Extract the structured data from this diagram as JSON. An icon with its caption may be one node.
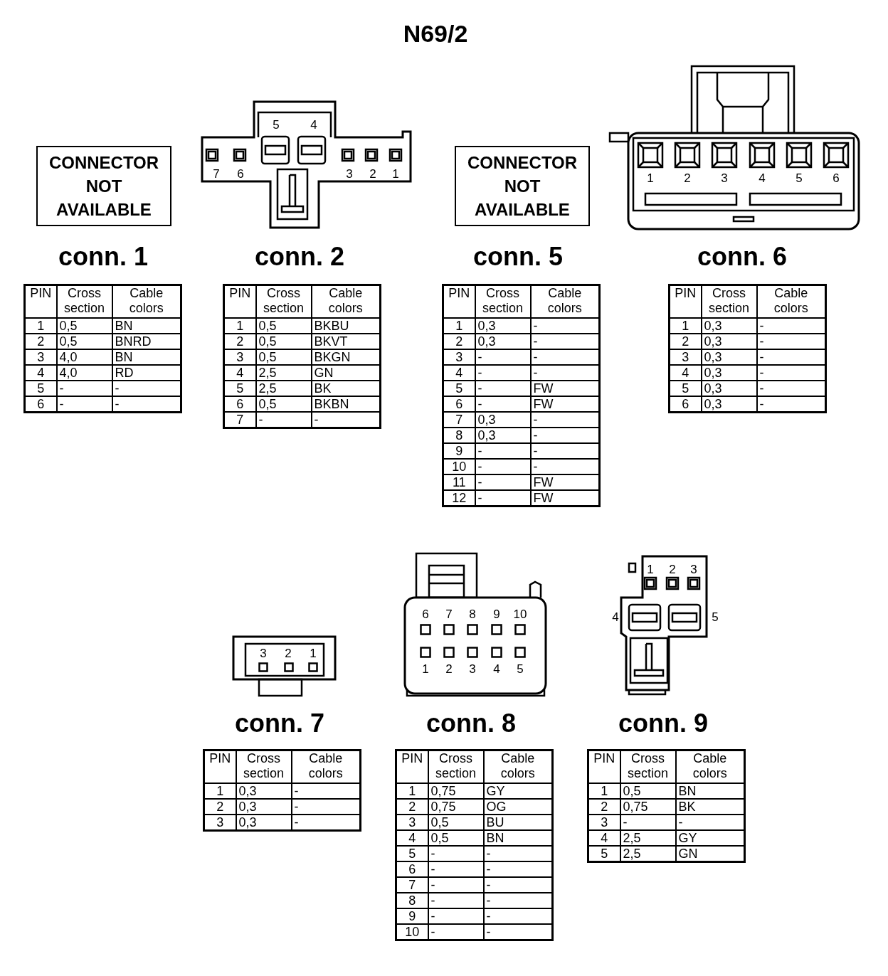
{
  "diagram": {
    "title": "N69/2",
    "labels": [
      "CONNECTOR NOT AVAILABLE",
      "conn. 1",
      "PIN",
      "Cross section",
      "Cable colors",
      "1",
      "0,5",
      "BN",
      "2",
      "0,5",
      "BNRD",
      "3",
      "4,0",
      "BN",
      "4",
      "4,0",
      "RD",
      "5",
      "-",
      "-",
      "6",
      "-",
      "-",
      "5",
      "4",
      "7",
      "6",
      "3",
      "2",
      "1",
      "conn. 2",
      "PIN",
      "Cross section",
      "Cable colors",
      "1",
      "0,5",
      "BKBU",
      "2",
      "0,5",
      "BKVT",
      "3",
      "0,5",
      "BKGN",
      "4",
      "2,5",
      "GN",
      "5",
      "2,5",
      "BK",
      "6",
      "0,5",
      "BKBN",
      "7",
      "-",
      "-",
      "CONNECTOR NOT AVAILABLE",
      "conn. 5",
      "PIN",
      "Cross section",
      "Cable colors",
      "1",
      "0,3",
      "-",
      "2",
      "0,3",
      "-",
      "3",
      "-",
      "-",
      "4",
      "-",
      "-",
      "5",
      "-",
      "FW",
      "6",
      "-",
      "FW",
      "7",
      "0,3",
      "-",
      "8",
      "0,3",
      "-",
      "9",
      "-",
      "-",
      "10",
      "-",
      "-",
      "11",
      "-",
      "FW",
      "12",
      "-",
      "FW",
      "1",
      "2",
      "3",
      "4",
      "5",
      "6",
      "conn. 6",
      "PIN",
      "Cross section",
      "Cable colors",
      "1",
      "0,3",
      "-",
      "2",
      "0,3",
      "-",
      "3",
      "0,3",
      "-",
      "4",
      "0,3",
      "-",
      "5",
      "0,3",
      "-",
      "6",
      "0,3",
      "-",
      "3",
      "2",
      "1",
      "conn. 7",
      "PIN",
      "Cross section",
      "Cable colors",
      "1",
      "0,3",
      "-",
      "2",
      "0,3",
      "-",
      "3",
      "0,3",
      "-",
      "6",
      "7",
      "8",
      "9",
      "10",
      "1",
      "2",
      "3",
      "4",
      "5",
      "conn. 8",
      "PIN",
      "Cross section",
      "Cable colors",
      "1",
      "0,75",
      "GY",
      "2",
      "0,75",
      "OG",
      "3",
      "0,5",
      "BU",
      "4",
      "0,5",
      "BN",
      "5",
      "-",
      "-",
      "6",
      "-",
      "-",
      "7",
      "-",
      "-",
      "8",
      "-",
      "-",
      "9",
      "-",
      "-",
      "10",
      "-",
      "-",
      "1",
      "2",
      "3",
      "4",
      "5",
      "conn. 9",
      "PIN",
      "Cross section",
      "Cable colors",
      "1",
      "0,5",
      "BN",
      "2",
      "0,75",
      "BK",
      "3",
      "-",
      "-",
      "4",
      "2,5",
      "GY",
      "5",
      "2,5",
      "GN"
    ]
  }
}
